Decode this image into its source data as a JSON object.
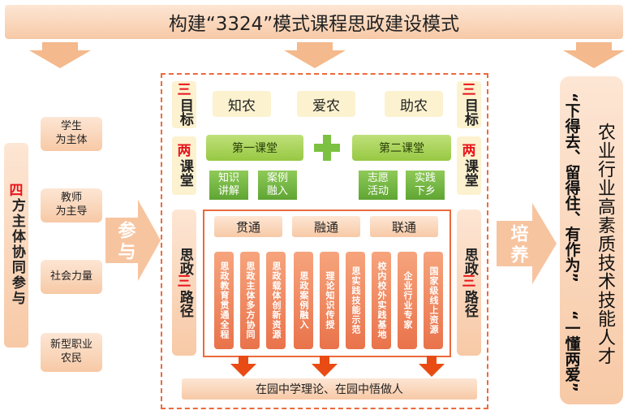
{
  "title": "构建“3324”模式课程思政建设模式",
  "left": {
    "vertical_label_red": "四",
    "vertical_label_rest": "方主体协同参与",
    "participants": [
      "学生\n为主体",
      "教师\n为主导",
      "社会力量",
      "新型职业\n农民"
    ],
    "arrow_label": "参与"
  },
  "center": {
    "side_labels": {
      "goals_red": "三",
      "goals_rest": "目标",
      "classes_red": "两",
      "classes_rest": "课堂",
      "paths_prefix": "思政",
      "paths_red": "三",
      "paths_rest": "路径"
    },
    "goals": [
      "知农",
      "爱农",
      "助农"
    ],
    "classroom_first": {
      "title": "第一课堂",
      "items": [
        "知识\n讲解",
        "案例\n融入"
      ]
    },
    "classroom_second": {
      "title": "第二课堂",
      "items": [
        "志愿\n活动",
        "实践\n下乡"
      ]
    },
    "plus": "+",
    "paths": [
      {
        "name": "贯通",
        "items": [
          "思政教育贯通全程",
          "思政主体多方协同",
          "思政载体创新资源"
        ]
      },
      {
        "name": "融通",
        "items": [
          "思政案例融入",
          "理论知识传授",
          "思实践技能示范"
        ]
      },
      {
        "name": "联通",
        "items": [
          "校内校外实践基地",
          "企业行业专家",
          "国家级线上资源"
        ]
      }
    ],
    "bottom_banner": "在园中学理论、在园中悟做人"
  },
  "right": {
    "arrow_label": "培养",
    "talent_text": "农业行业高素质技术技能人才",
    "slogan_line1": "“下得去、留得住、有作为”",
    "slogan_line2": "“一懂两爱”"
  },
  "colors": {
    "accent_orange": "#e9734b",
    "green": "#97c842",
    "red": "#e8141b",
    "peach": "#f7c9a6"
  }
}
